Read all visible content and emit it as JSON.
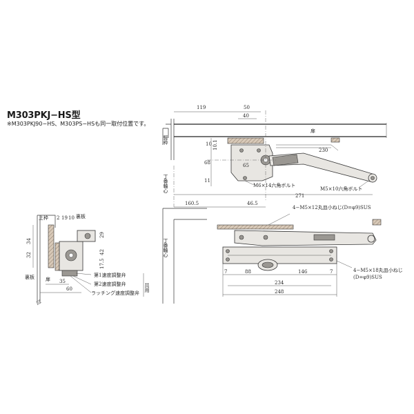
{
  "title": "M303PKJ−HS型",
  "note": "※M303PKJ90−HS、M303PS−HSも同一取付位置です。",
  "labels": {
    "door_frame": "竪枠",
    "door": "扉",
    "hinge_axis": "丁番軸心",
    "upper_frame": "上枠",
    "back_plate": "裏板",
    "door_small": "扉",
    "back_plate_small": "裏板",
    "valve1": "第1速度調整弁",
    "valve2": "第2速度調整弁",
    "latching_valve": "ラッチング速度調整弁",
    "common": "共用",
    "bolt_m6": "M6×14六角ボルト",
    "bolt_m5": "M5×10六角ボルト",
    "screw_m5_12": "4−M5×12丸皿小ねじ(D=φ9)SUS",
    "screw_m5_18_line1": "4−M5×18丸皿小ねじ",
    "screw_m5_18_line2": "(D=φ9)SUS"
  },
  "dims": {
    "d119": "119",
    "d50": "50",
    "d40": "40",
    "d10a": "10",
    "d230": "230",
    "d65": "65",
    "d68": "68",
    "d101": "10.1",
    "d11": "11",
    "d271": "271",
    "d1605": "160.5",
    "d465": "46.5",
    "d7a": "7",
    "d88": "88",
    "d146": "146",
    "d7b": "7",
    "d234": "234",
    "d248": "248",
    "d2": "2",
    "d19": "19",
    "d10b": "10",
    "d34": "34",
    "d29": "29",
    "d32": "32",
    "d42": "42",
    "d175": "17.5",
    "d35": "35",
    "d60": "60"
  }
}
